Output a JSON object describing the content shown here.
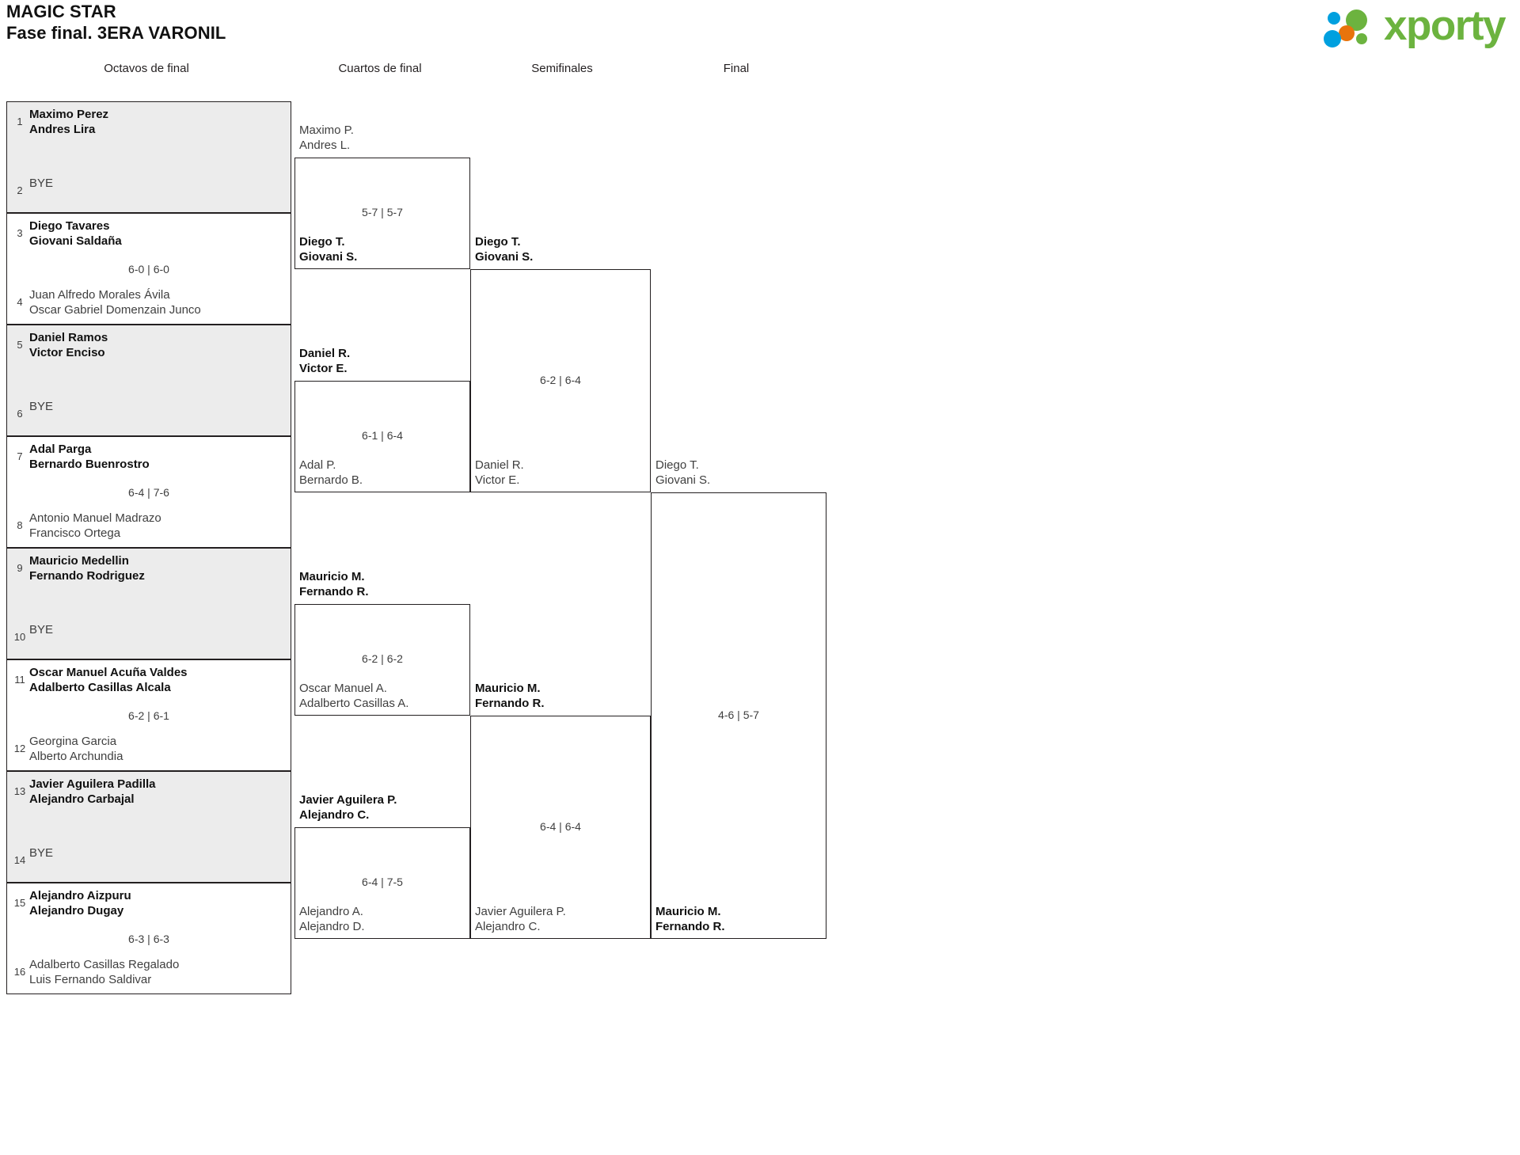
{
  "header": {
    "tournament": "MAGIC STAR",
    "phase": "Fase final. 3ERA VARONIL",
    "logo": {
      "wordmark": "xporty",
      "icon_name": "xporty-dots-logo",
      "colors": {
        "green": "#6cb33f",
        "orange": "#e8740c",
        "blue": "#00a0df"
      }
    }
  },
  "rounds": [
    {
      "label": "Octavos de final"
    },
    {
      "label": "Cuartos de final"
    },
    {
      "label": "Semifinales"
    },
    {
      "label": "Final"
    }
  ],
  "round1": [
    {
      "seed_top": "1",
      "top_p1": "Maximo Perez",
      "top_p2": "Andres Lira",
      "top_winner": true,
      "seed_bottom": "2",
      "bottom_p1": "BYE",
      "bottom_p2": "",
      "bottom_winner": false,
      "score": "",
      "shaded": true
    },
    {
      "seed_top": "3",
      "top_p1": "Diego Tavares",
      "top_p2": "Giovani Saldaña",
      "top_winner": true,
      "seed_bottom": "4",
      "bottom_p1": "Juan Alfredo Morales Ávila",
      "bottom_p2": "Oscar Gabriel Domenzain Junco",
      "bottom_winner": false,
      "score": "6-0 | 6-0",
      "shaded": false
    },
    {
      "seed_top": "5",
      "top_p1": "Daniel Ramos",
      "top_p2": "Victor Enciso",
      "top_winner": true,
      "seed_bottom": "6",
      "bottom_p1": "BYE",
      "bottom_p2": "",
      "bottom_winner": false,
      "score": "",
      "shaded": true
    },
    {
      "seed_top": "7",
      "top_p1": "Adal Parga",
      "top_p2": "Bernardo Buenrostro",
      "top_winner": true,
      "seed_bottom": "8",
      "bottom_p1": "Antonio Manuel Madrazo",
      "bottom_p2": "Francisco Ortega",
      "bottom_winner": false,
      "score": "6-4 | 7-6",
      "shaded": false
    },
    {
      "seed_top": "9",
      "top_p1": "Mauricio Medellin",
      "top_p2": "Fernando Rodriguez",
      "top_winner": true,
      "seed_bottom": "10",
      "bottom_p1": "BYE",
      "bottom_p2": "",
      "bottom_winner": false,
      "score": "",
      "shaded": true
    },
    {
      "seed_top": "11",
      "top_p1": "Oscar Manuel Acuña Valdes",
      "top_p2": "Adalberto Casillas Alcala",
      "top_winner": true,
      "seed_bottom": "12",
      "bottom_p1": "Georgina Garcia",
      "bottom_p2": "Alberto Archundia",
      "bottom_winner": false,
      "score": "6-2 | 6-1",
      "shaded": false
    },
    {
      "seed_top": "13",
      "top_p1": "Javier Aguilera Padilla",
      "top_p2": "Alejandro Carbajal",
      "top_winner": true,
      "seed_bottom": "14",
      "bottom_p1": "BYE",
      "bottom_p2": "",
      "bottom_winner": false,
      "score": "",
      "shaded": true
    },
    {
      "seed_top": "15",
      "top_p1": "Alejandro Aizpuru",
      "top_p2": "Alejandro Dugay",
      "top_winner": true,
      "seed_bottom": "16",
      "bottom_p1": "Adalberto Casillas Regalado",
      "bottom_p2": "Luis Fernando Saldivar",
      "bottom_winner": false,
      "score": "6-3 | 6-3",
      "shaded": false
    }
  ],
  "round2": [
    {
      "top_p1": "Maximo P.",
      "top_p2": "Andres L.",
      "top_winner": false,
      "bottom_p1": "Diego T.",
      "bottom_p2": "Giovani S.",
      "bottom_winner": true,
      "score": "5-7 | 5-7"
    },
    {
      "top_p1": "Daniel R.",
      "top_p2": "Victor E.",
      "top_winner": true,
      "bottom_p1": "Adal P.",
      "bottom_p2": "Bernardo B.",
      "bottom_winner": false,
      "score": "6-1 | 6-4"
    },
    {
      "top_p1": "Mauricio M.",
      "top_p2": "Fernando R.",
      "top_winner": true,
      "bottom_p1": "Oscar Manuel A.",
      "bottom_p2": "Adalberto Casillas A.",
      "bottom_winner": false,
      "score": "6-2 | 6-2"
    },
    {
      "top_p1": "Javier Aguilera P.",
      "top_p2": "Alejandro C.",
      "top_winner": true,
      "bottom_p1": "Alejandro A.",
      "bottom_p2": "Alejandro D.",
      "bottom_winner": false,
      "score": "6-4 | 7-5"
    }
  ],
  "round3": [
    {
      "top_p1": "Diego T.",
      "top_p2": "Giovani S.",
      "top_winner": true,
      "bottom_p1": "Daniel R.",
      "bottom_p2": "Victor E.",
      "bottom_winner": false,
      "score": "6-2 | 6-4"
    },
    {
      "top_p1": "Mauricio M.",
      "top_p2": "Fernando R.",
      "top_winner": true,
      "bottom_p1": "Javier Aguilera P.",
      "bottom_p2": "Alejandro C.",
      "bottom_winner": false,
      "score": "6-4 | 6-4"
    }
  ],
  "round4": [
    {
      "top_p1": "Diego T.",
      "top_p2": "Giovani S.",
      "top_winner": false,
      "bottom_p1": "Mauricio M.",
      "bottom_p2": "Fernando R.",
      "bottom_winner": true,
      "score": "4-6 | 5-7"
    }
  ]
}
